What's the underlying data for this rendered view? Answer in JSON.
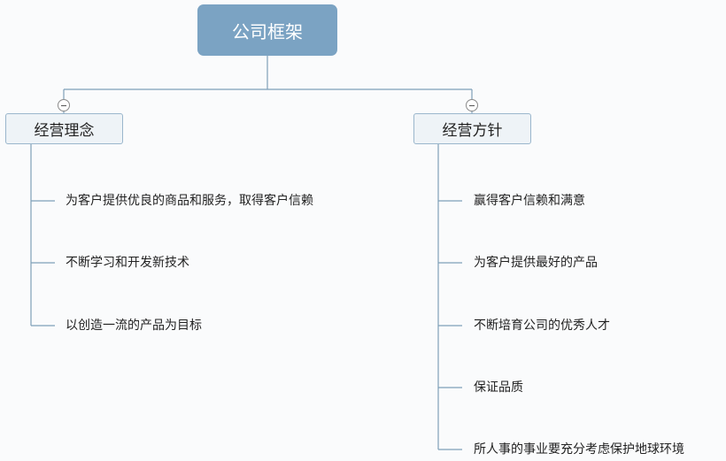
{
  "mindmap": {
    "root": {
      "label": "公司框架"
    },
    "branches": [
      {
        "label": "经营理念",
        "children": [
          "为客户提供优良的商品和服务，取得客户信赖",
          "不断学习和开发新技术",
          "以创造一流的产品为目标"
        ]
      },
      {
        "label": "经营方针",
        "children": [
          "赢得客户信赖和满意",
          "为客户提供最好的产品",
          "不断培育公司的优秀人才",
          "保证品质",
          "所人事的事业要充分考虑保护地球环境"
        ]
      }
    ]
  },
  "colors": {
    "root_fill": "#7ba3c3",
    "branch_fill": "#eef3f7",
    "branch_border": "#9ab6cc",
    "connector": "#7e9fb8"
  }
}
